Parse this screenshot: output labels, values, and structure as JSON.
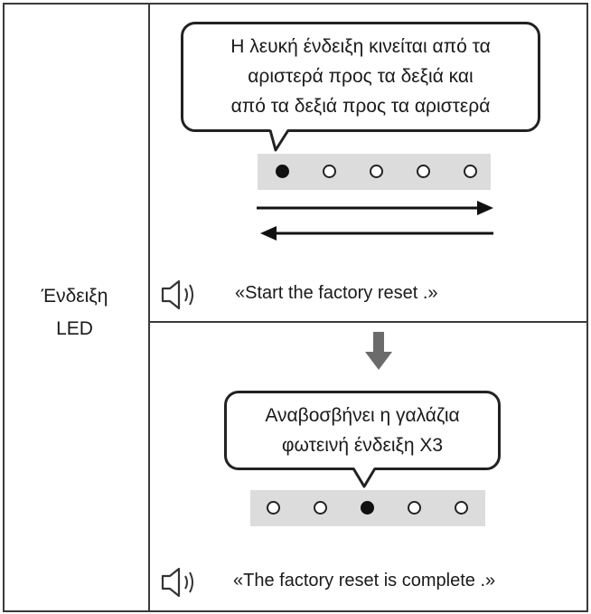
{
  "row_label": {
    "line1": "Ένδειξη",
    "line2": "LED"
  },
  "step1": {
    "bubble_lines": [
      "Η λευκή ένδειξη κινείται από τα",
      "αριστερά προς τα δεξιά και",
      "από τα δεξιά προς τα αριστερά"
    ],
    "led_states": [
      "on",
      "off",
      "off",
      "off",
      "off"
    ],
    "arrows": [
      "right",
      "left"
    ],
    "voice_message": "«Start the factory reset .»"
  },
  "step2": {
    "bubble_lines": [
      "Αναβοσβήνει η γαλάζια",
      "φωτεινή ένδειξη X3"
    ],
    "led_states": [
      "off",
      "off",
      "on",
      "off",
      "off"
    ],
    "voice_message": "«The factory reset is complete .»"
  },
  "icons": {
    "speaker": "speaker-icon",
    "step_arrow": "arrow-down-icon"
  },
  "colors": {
    "led_strip": "#dcdcdc",
    "led_on": "#111111",
    "step_arrow": "#6b6b6b"
  }
}
